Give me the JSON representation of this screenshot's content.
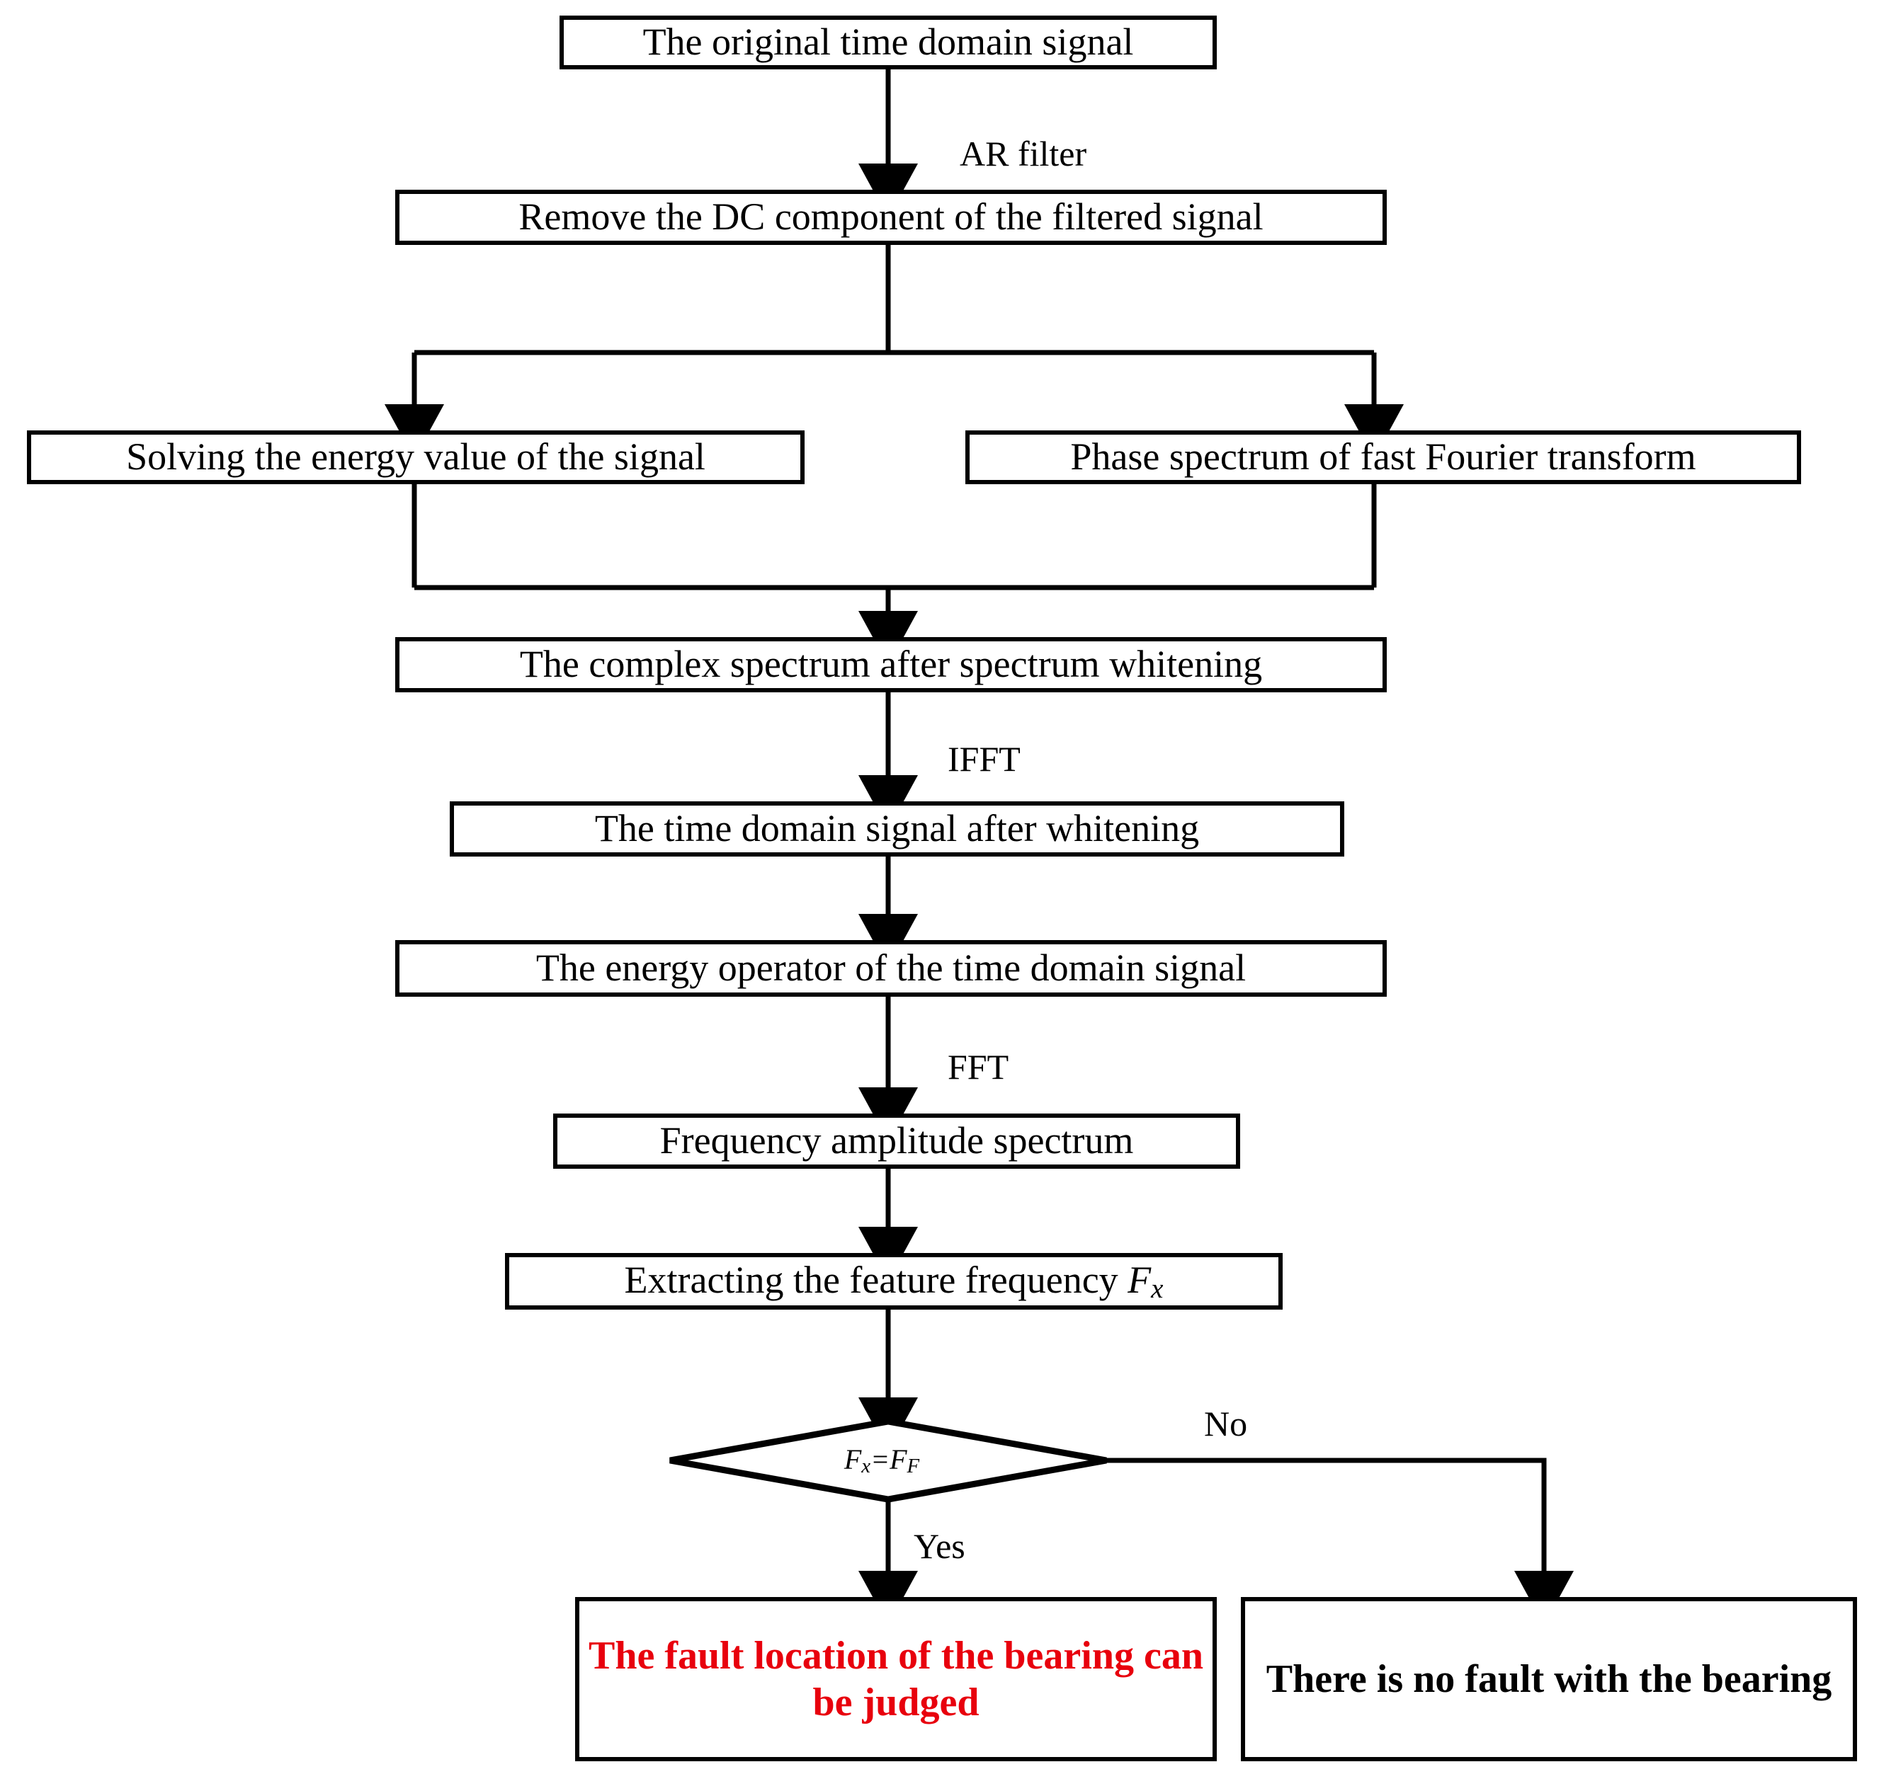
{
  "diagram": {
    "type": "flowchart",
    "title": "Bearing fault diagnosis flowchart",
    "accent_color": "#e8000d",
    "line_color": "#000000",
    "background": "#ffffff"
  },
  "nodes": {
    "original": {
      "label": "The original time domain signal",
      "shape": "rect"
    },
    "remove_dc": {
      "label": "Remove the DC component of the filtered signal",
      "shape": "rect"
    },
    "energy_value": {
      "label": "Solving the energy value of the signal",
      "shape": "rect"
    },
    "phase_spectrum": {
      "label": "Phase spectrum of fast Fourier transform",
      "shape": "rect"
    },
    "complex_spectrum": {
      "label": "The complex spectrum after spectrum whitening",
      "shape": "rect"
    },
    "time_domain_whitened": {
      "label": "The time domain signal after whitening",
      "shape": "rect"
    },
    "energy_operator": {
      "label": "The energy operator of the time domain signal",
      "shape": "rect"
    },
    "frequency_amplitude": {
      "label": "Frequency amplitude spectrum",
      "shape": "rect"
    },
    "extract_feature": {
      "label_prefix": "Extracting the feature frequency ",
      "symbol_base": "F",
      "symbol_sub": "x",
      "shape": "rect"
    },
    "decision": {
      "lhs_base": "F",
      "lhs_sub": "x",
      "operator": "=",
      "rhs_base": "F",
      "rhs_sub": "F",
      "shape": "diamond"
    },
    "fault_found": {
      "label": "The fault location of the bearing can be judged",
      "shape": "rect",
      "color": "#e8000d"
    },
    "no_fault": {
      "label": "There is no fault with the bearing",
      "shape": "rect",
      "color": "#000000"
    }
  },
  "edge_labels": {
    "ar_filter": "AR filter",
    "ifft": "IFFT",
    "fft": "FFT",
    "yes": "Yes",
    "no": "No"
  }
}
